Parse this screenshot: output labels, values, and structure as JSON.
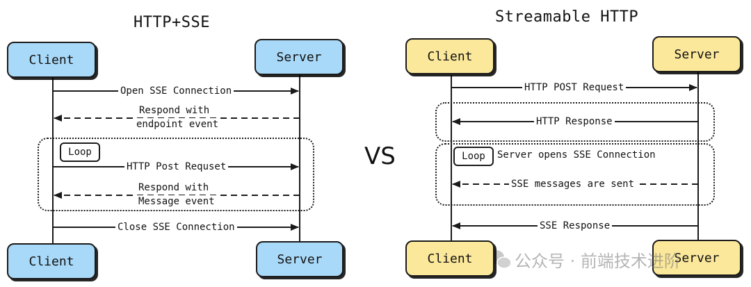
{
  "left": {
    "title": "HTTP+SSE",
    "client_label": "Client",
    "server_label": "Server",
    "messages": {
      "open": "Open SSE Connection",
      "respond_endpoint_1": "Respond with",
      "respond_endpoint_2": "endpoint event",
      "post": "HTTP Post Requset",
      "respond_message_1": "Respond with",
      "respond_message_2": "Message event",
      "close": "Close SSE Connection"
    },
    "loop_label": "Loop",
    "box_color": "#a9d9f8"
  },
  "vs_label": "VS",
  "right": {
    "title": "Streamable HTTP",
    "client_label": "Client",
    "server_label": "Server",
    "messages": {
      "post": "HTTP POST Request",
      "response": "HTTP Response",
      "server_opens": "Server opens SSE Connection",
      "sse_messages": "SSE messages are sent",
      "sse_response": "SSE Response"
    },
    "loop_label": "Loop",
    "box_color": "#fbe89b"
  },
  "watermark": {
    "icon": "wechat-icon",
    "text": "公众号 · 前端技术进阶"
  }
}
